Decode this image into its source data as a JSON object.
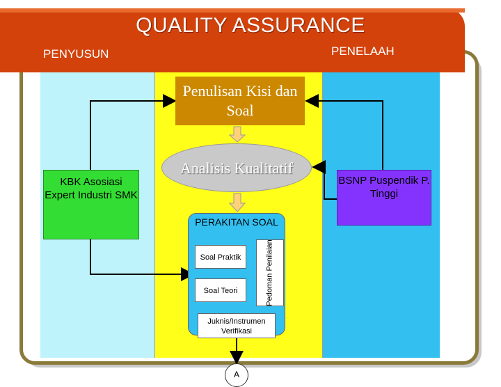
{
  "header": {
    "title": "QUALITY ASSURANCE",
    "left_label": "PENYUSUN",
    "right_label": "PENELAAH"
  },
  "nodes": {
    "kisi": "Penulisan Kisi dan Soal",
    "analisis": "Analisis Kualitatif",
    "kbk": "KBK Asosiasi Expert Industri SMK",
    "bsnp": "BSNP Puspendik P. Tinggi",
    "perakitan": "PERAKITAN SOAL",
    "praktik": "Soal Praktik",
    "teori": "Soal Teori",
    "pedoman": "Pedoman Penilaian",
    "juknis": "Juknis/Instrumen Verifikasi",
    "connector": "A"
  },
  "colors": {
    "banner": "#d4420b",
    "left_column": "#bff3fb",
    "middle_column": "#ffff1a",
    "right_column": "#33bff0",
    "kisi_box": "#cc8800",
    "kbk_box": "#33dd33",
    "bsnp_box": "#8433ff"
  }
}
